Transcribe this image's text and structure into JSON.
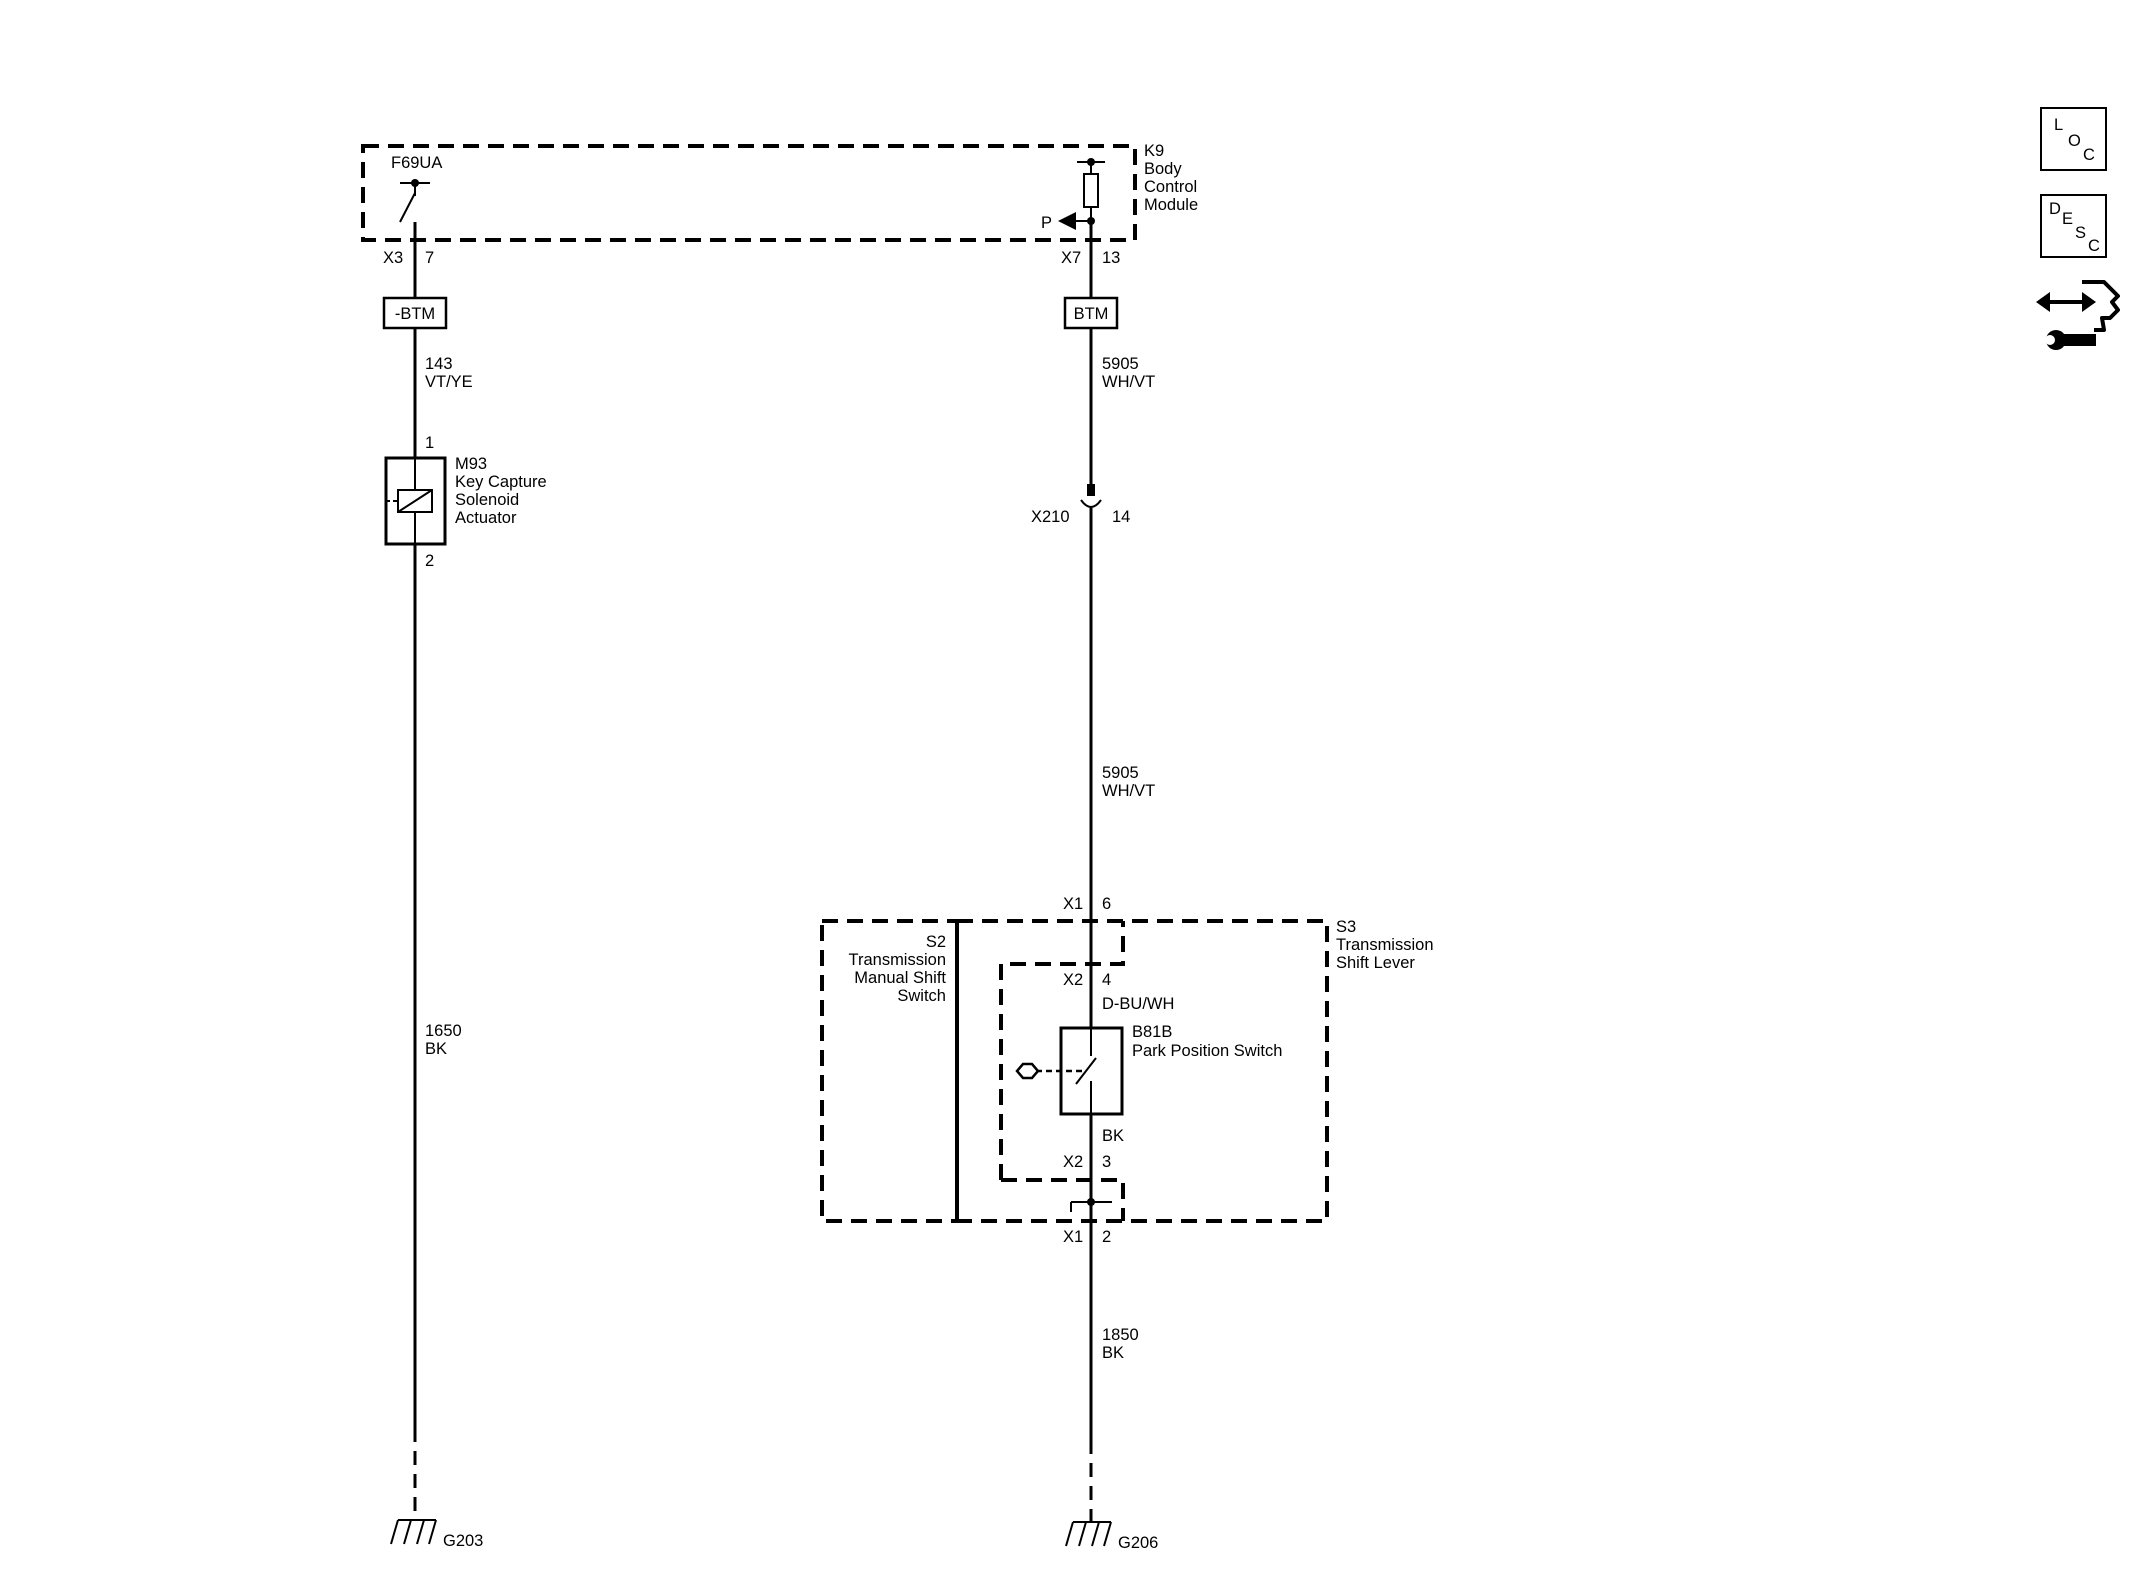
{
  "modules": {
    "k9": {
      "id": "K9",
      "name_line1": "Body",
      "name_line2": "Control",
      "name_line3": "Module",
      "output_pin_label": "P"
    },
    "f69ua": {
      "id": "F69UA"
    },
    "m93": {
      "id": "M93",
      "line1": "Key Capture",
      "line2": "Solenoid",
      "line3": "Actuator",
      "pin_top": "1",
      "pin_bottom": "2"
    },
    "s2": {
      "id": "S2",
      "line1": "Transmission",
      "line2": "Manual Shift",
      "line3": "Switch"
    },
    "s3": {
      "id": "S3",
      "line1": "Transmission",
      "line2": "Shift Lever"
    },
    "b81b": {
      "id": "B81B",
      "name": "Park Position Switch"
    }
  },
  "connectors": {
    "x3": {
      "name": "X3",
      "pin": "7"
    },
    "x7": {
      "name": "X7",
      "pin": "13"
    },
    "x210": {
      "name": "X210",
      "pin": "14"
    },
    "x1_top": {
      "name": "X1",
      "pin": "6"
    },
    "x2_top": {
      "name": "X2",
      "pin": "4"
    },
    "x2_bottom": {
      "name": "X2",
      "pin": "3"
    },
    "x1_bottom": {
      "name": "X1",
      "pin": "2"
    }
  },
  "option_boxes": {
    "left": "-BTM",
    "right": "BTM"
  },
  "wires": {
    "w143": {
      "circuit": "143",
      "color": "VT/YE"
    },
    "w5905_a": {
      "circuit": "5905",
      "color": "WH/VT"
    },
    "w5905_b": {
      "circuit": "5905",
      "color": "WH/VT"
    },
    "w1650": {
      "circuit": "1650",
      "color": "BK"
    },
    "w1850": {
      "circuit": "1850",
      "color": "BK"
    },
    "switch_in": {
      "color": "D-BU/WH"
    },
    "switch_out": {
      "color": "BK"
    }
  },
  "grounds": {
    "g203": "G203",
    "g206": "G206"
  },
  "side_toolbar": {
    "loc": {
      "l1": "L",
      "l2": "O",
      "l3": "C"
    },
    "desc": {
      "l1": "D",
      "l2": "E",
      "l3": "S",
      "l4": "C"
    },
    "tools_icon": "connector-tools-icon"
  }
}
